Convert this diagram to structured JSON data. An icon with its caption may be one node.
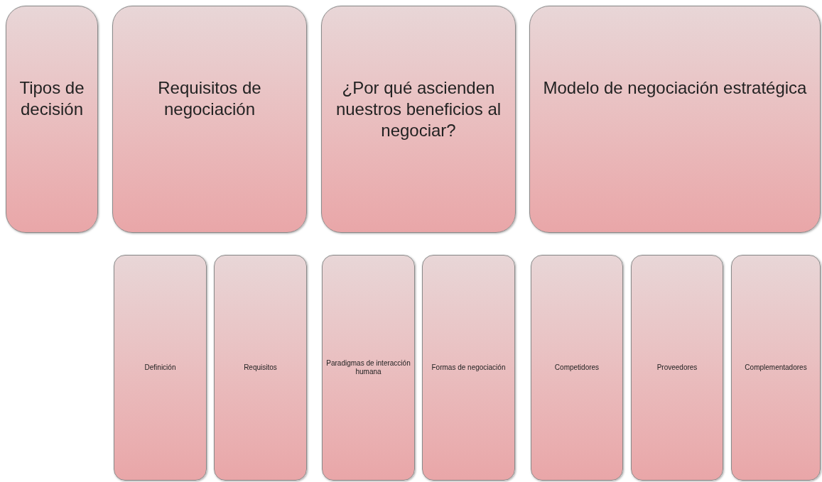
{
  "diagram": {
    "nodes": [
      {
        "text": [
          "Tipos de decisión"
        ]
      },
      {
        "text": [
          "Requisitos de negociación"
        ]
      },
      {
        "text": [
          "¿Por qué ascienden nuestros beneficios al negociar?"
        ]
      },
      {
        "text": [
          "Modelo de negociación estratégica"
        ]
      },
      {
        "text": [
          "Definición"
        ]
      },
      {
        "text": [
          "Requisitos"
        ]
      },
      {
        "text": [
          "Paradigmas de interacción humana"
        ]
      },
      {
        "text": [
          "Formas de negociación"
        ]
      },
      {
        "text": [
          "Competidores"
        ]
      },
      {
        "text": [
          "Proveedores"
        ]
      },
      {
        "text": [
          "Complementadores"
        ]
      }
    ]
  }
}
